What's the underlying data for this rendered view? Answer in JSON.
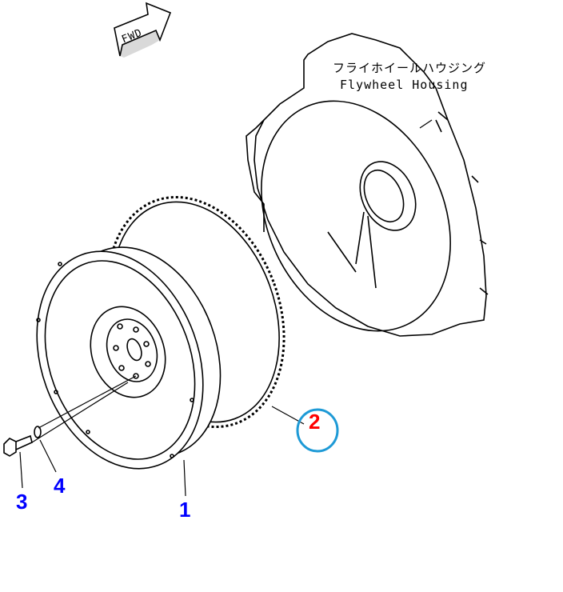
{
  "diagram": {
    "direction_arrow": "FWD",
    "housing_label_jp": "フライホイールハウジング",
    "housing_label_en": "Flywheel Housing",
    "callouts": [
      {
        "id": "1",
        "color": "#0000ff",
        "highlighted": false
      },
      {
        "id": "2",
        "color": "#ff0000",
        "highlighted": true,
        "ring_color": "#1e9ad6"
      },
      {
        "id": "3",
        "color": "#0000ff",
        "highlighted": false
      },
      {
        "id": "4",
        "color": "#0000ff",
        "highlighted": false
      }
    ]
  }
}
